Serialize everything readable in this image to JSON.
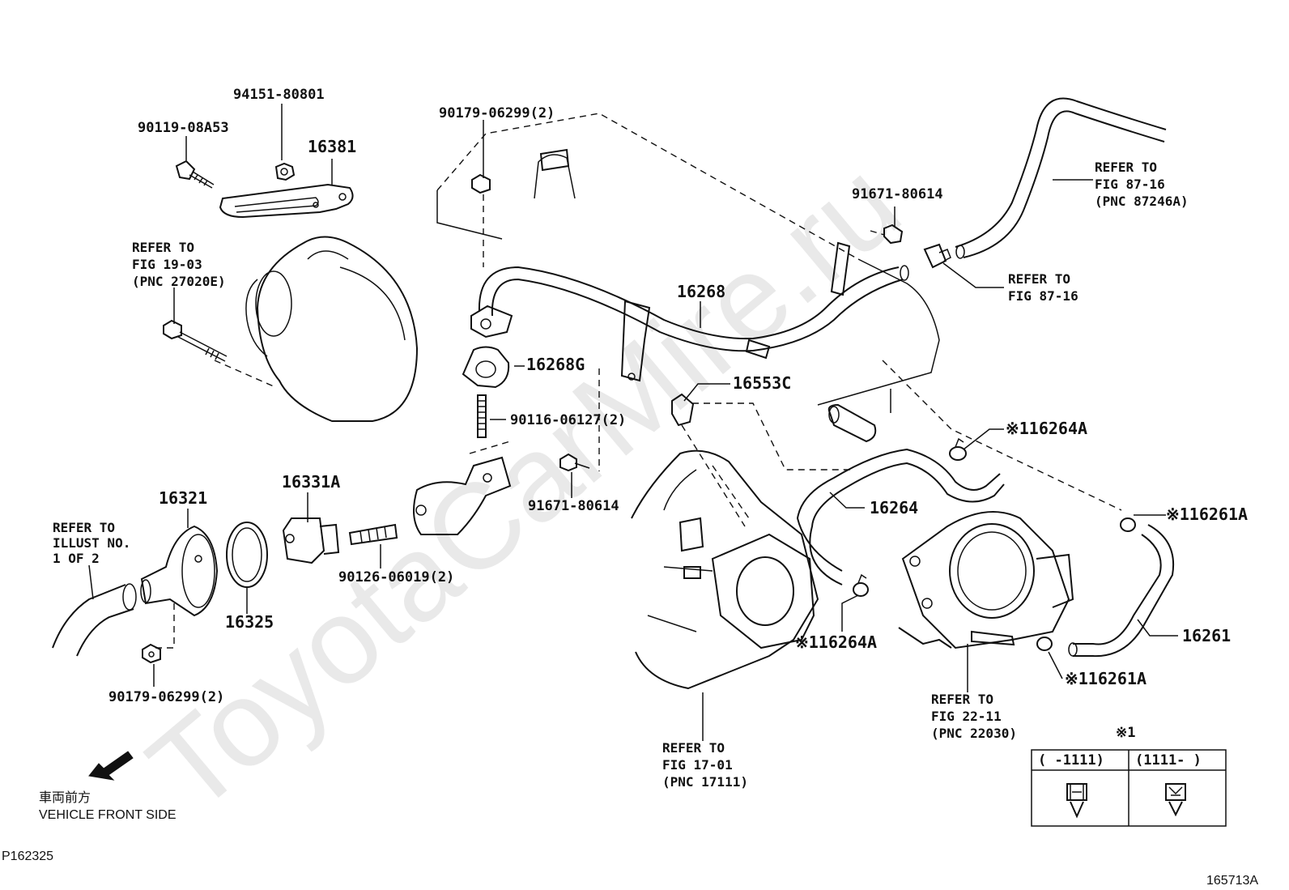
{
  "watermark": "ToyotaCarMire.ru",
  "labels": {
    "p94151": "94151-80801",
    "p90119": "90119-08A53",
    "p16381": "16381",
    "p90179_top": "90179-06299(2)",
    "p91671_top": "91671-80614",
    "ref1_l1": "REFER TO",
    "ref1_l2": "FIG 87-16",
    "ref1_l3": "(PNC 87246A)",
    "ref2_l1": "REFER TO",
    "ref2_l2": "FIG 87-16",
    "ref3_l1": "REFER TO",
    "ref3_l2": "FIG 19-03",
    "ref3_l3": "(PNC 27020E)",
    "p16268": "16268",
    "p16268G": "16268G",
    "p16553C": "16553C",
    "p90116": "90116-06127(2)",
    "p16264A_top": "※116264A",
    "p16264": "16264",
    "p91671_mid": "91671-80614",
    "p16261A_top": "※116261A",
    "p16321": "16321",
    "p16331A": "16331A",
    "ref4_l1": "REFER TO",
    "ref4_l2": "ILLUST NO.",
    "ref4_l3": "1 OF 2",
    "p90126": "90126-06019(2)",
    "p16325": "16325",
    "p16264A_bot": "※116264A",
    "p16261": "16261",
    "p16261A_bot": "※116261A",
    "p90179_bot": "90179-06299(2)",
    "ref5_l1": "REFER TO",
    "ref5_l2": "FIG 22-11",
    "ref5_l3": "(PNC 22030)",
    "ref6_l1": "REFER TO",
    "ref6_l2": "FIG 17-01",
    "ref6_l3": "(PNC 17111)",
    "front_jp": "車両前方",
    "front_en": "VEHICLE FRONT SIDE",
    "illust_left": "P162325",
    "illust_right": "165713A"
  },
  "legend": {
    "mark": "※1",
    "col1": "(     -1111)",
    "col2": "(1111-     )"
  }
}
